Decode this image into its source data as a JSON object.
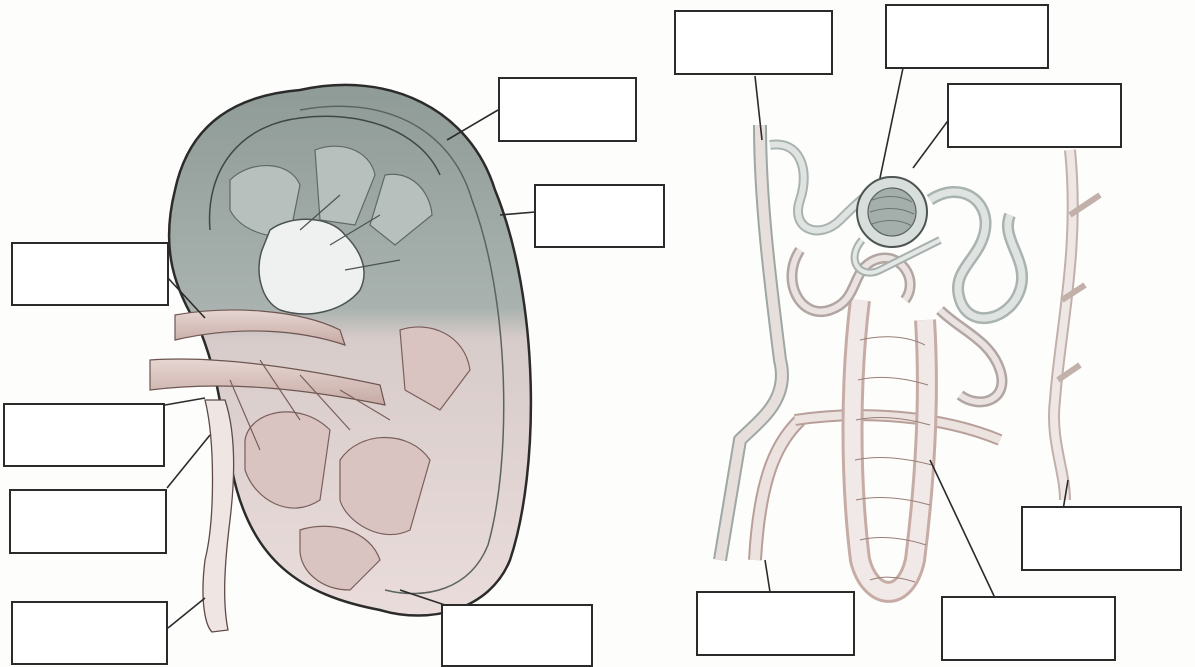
{
  "worksheet": {
    "kidney_diagram": {
      "label_boxes": [
        {
          "id": "kidney-box-1",
          "text": ""
        },
        {
          "id": "kidney-box-2",
          "text": ""
        },
        {
          "id": "kidney-box-3",
          "text": ""
        },
        {
          "id": "kidney-box-4",
          "text": ""
        },
        {
          "id": "kidney-box-5",
          "text": ""
        },
        {
          "id": "kidney-box-6",
          "text": ""
        },
        {
          "id": "kidney-box-7",
          "text": ""
        }
      ]
    },
    "nephron_diagram": {
      "label_boxes": [
        {
          "id": "nephron-box-1",
          "text": ""
        },
        {
          "id": "nephron-box-2",
          "text": ""
        },
        {
          "id": "nephron-box-3",
          "text": ""
        },
        {
          "id": "nephron-box-4",
          "text": ""
        },
        {
          "id": "nephron-box-5",
          "text": ""
        },
        {
          "id": "nephron-box-6",
          "text": ""
        }
      ]
    },
    "colors": {
      "outline": "#2b2b2b",
      "cortex": "#9aa5a0",
      "medulla": "#c9a9a6",
      "vessel": "#d7c2bd",
      "tubule_light": "#bcc6c2"
    }
  }
}
